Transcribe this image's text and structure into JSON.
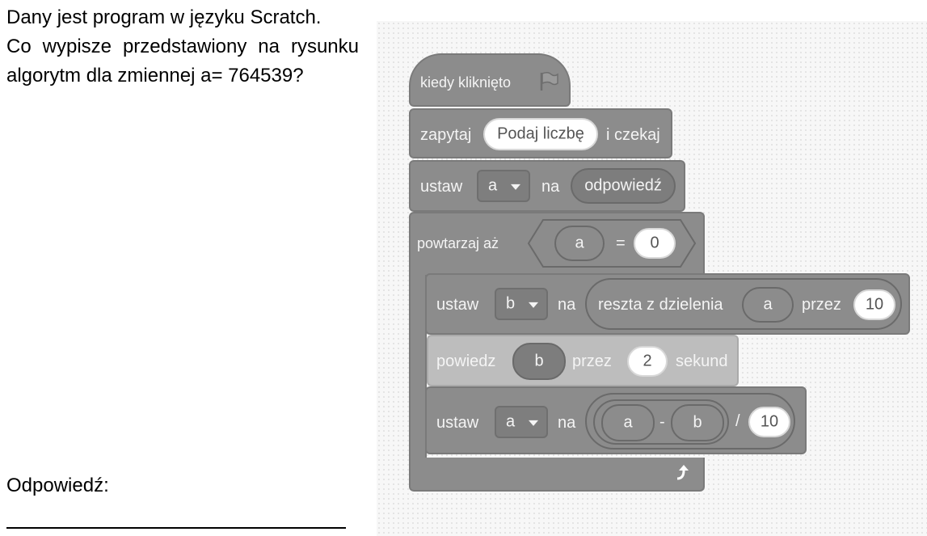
{
  "question": {
    "line1": "Dany jest program w języku Scratch.",
    "line2": "Co wypisze przedstawiony na rysunku algorytm dla zmiennej a= 764539?"
  },
  "answer_label": "Odpowiedź:",
  "blocks": {
    "hat": {
      "label": "kiedy kliknięto",
      "icon": "green-flag-icon"
    },
    "ask": {
      "label": "zapytaj",
      "input": "Podaj liczbę",
      "suffix": "i czekaj"
    },
    "set_a": {
      "label": "ustaw",
      "var": "a",
      "na": "na",
      "value": "odpowiedź"
    },
    "repeat": {
      "label": "powtarzaj aż",
      "left": "a",
      "op": "=",
      "right": "0",
      "end_icon": "loop-arrow-icon"
    },
    "set_b": {
      "label": "ustaw",
      "var": "b",
      "na": "na",
      "op_label": "reszta z dzielenia",
      "arg1": "a",
      "przez": "przez",
      "arg2": "10"
    },
    "say": {
      "label": "powiedz",
      "arg": "b",
      "przez": "przez",
      "secs": "2",
      "sekund": "sekund"
    },
    "set_a2": {
      "label": "ustaw",
      "var": "a",
      "na": "na",
      "x": "a",
      "minus": "-",
      "y": "b",
      "div": "/",
      "z": "10"
    }
  }
}
